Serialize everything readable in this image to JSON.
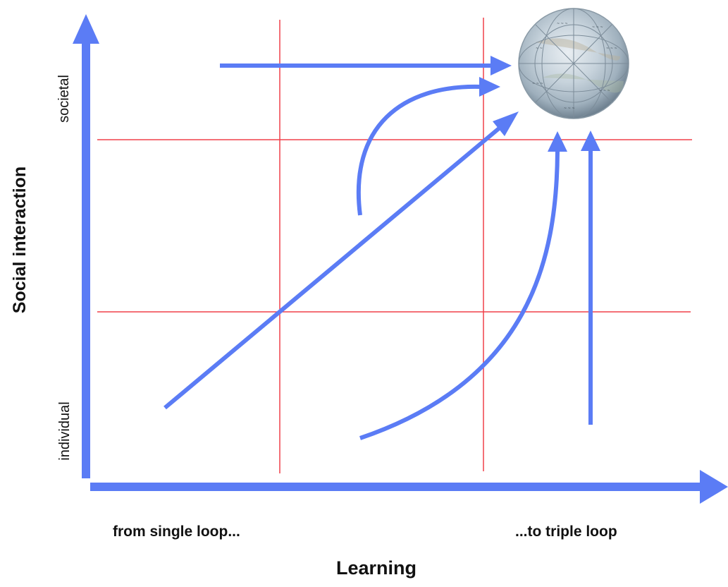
{
  "axes": {
    "y_title": "Social interaction",
    "y_low": "individual",
    "y_high": "societal",
    "x_title": "Learning",
    "x_low": "from single loop...",
    "x_high": "...to triple loop"
  },
  "colors": {
    "arrow": "#5b7cf5",
    "grid": "#f0404a",
    "text": "#111111",
    "globe": "#b9cbd9"
  },
  "icons": {
    "goal": "globe-icon"
  }
}
